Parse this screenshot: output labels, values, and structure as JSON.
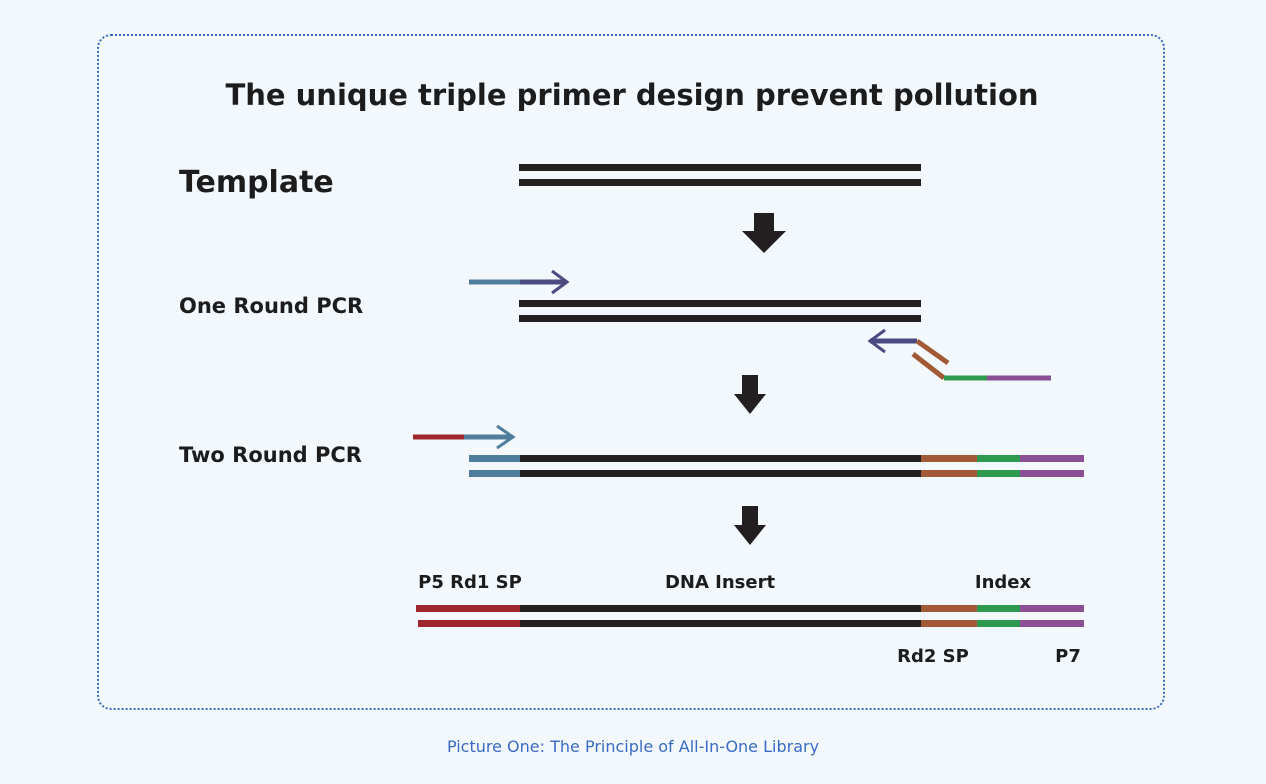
{
  "title": "The unique triple primer design prevent pollution",
  "steps": {
    "template": "Template",
    "one_round": "One Round  PCR",
    "two_round": "Two Round PCR"
  },
  "segments": {
    "p5_rd1": "P5 Rd1 SP",
    "insert": "DNA Insert",
    "index": "Index",
    "rd2": "Rd2 SP",
    "p7": "P7"
  },
  "caption": "Picture One: The Principle of All-In-One Library",
  "colors": {
    "dna": "#231f20",
    "rd1": "#4f7e9c",
    "primer": "#4b4a82",
    "rd2": "#a15a35",
    "index": "#2e9a4f",
    "p7": "#8a4f95",
    "p5": "#a0262e",
    "accent": "#3a6bc4"
  }
}
